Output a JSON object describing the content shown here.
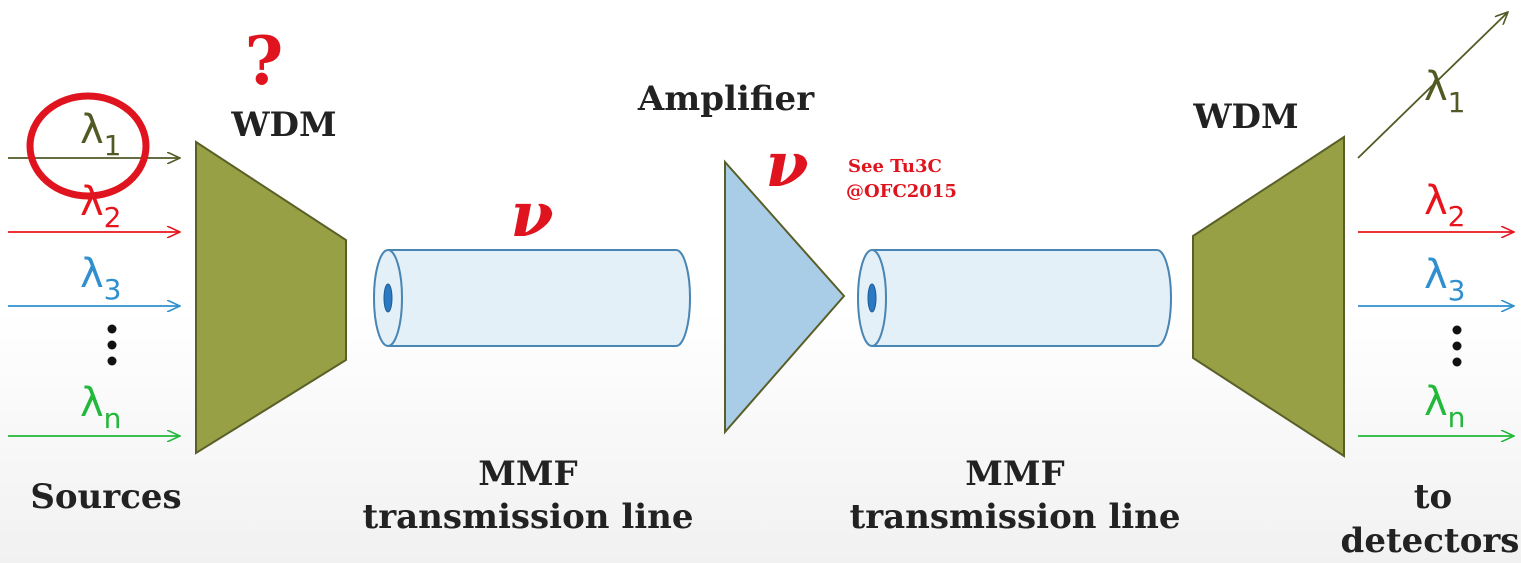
{
  "labels": {
    "sources": "Sources",
    "wdm_left": "WDM",
    "wdm_right": "WDM",
    "amplifier": "Amplifier",
    "mmf_left_line1": "MMF",
    "mmf_left_line2": "transmission line",
    "mmf_right_line1": "MMF",
    "mmf_right_line2": "transmission line",
    "to_detectors_line1": "to",
    "to_detectors_line2": "detectors",
    "question_mark": "?",
    "nu_symbol": "ν",
    "note_line1": "See Tu3C",
    "note_line2": "@OFC2015"
  },
  "input_channels": [
    {
      "base": "λ",
      "sub": "1",
      "color": "#4f5a24"
    },
    {
      "base": "λ",
      "sub": "2",
      "color": "#e8141c"
    },
    {
      "base": "λ",
      "sub": "3",
      "color": "#2f8fcf"
    },
    {
      "base": "λ",
      "sub": "n",
      "color": "#22b83a"
    }
  ],
  "output_channels": [
    {
      "base": "λ",
      "sub": "1",
      "color": "#4f5a24"
    },
    {
      "base": "λ",
      "sub": "2",
      "color": "#e8141c"
    },
    {
      "base": "λ",
      "sub": "3",
      "color": "#2f8fcf"
    },
    {
      "base": "λ",
      "sub": "n",
      "color": "#22b83a"
    }
  ],
  "colors": {
    "wdm_fill": "#98a045",
    "wdm_stroke": "#5a5f28",
    "amplifier_fill": "#a9cde6",
    "fiber_fill": "#e4f0f8",
    "fiber_stroke": "#4a86b4",
    "accent_red": "#e0141e"
  }
}
